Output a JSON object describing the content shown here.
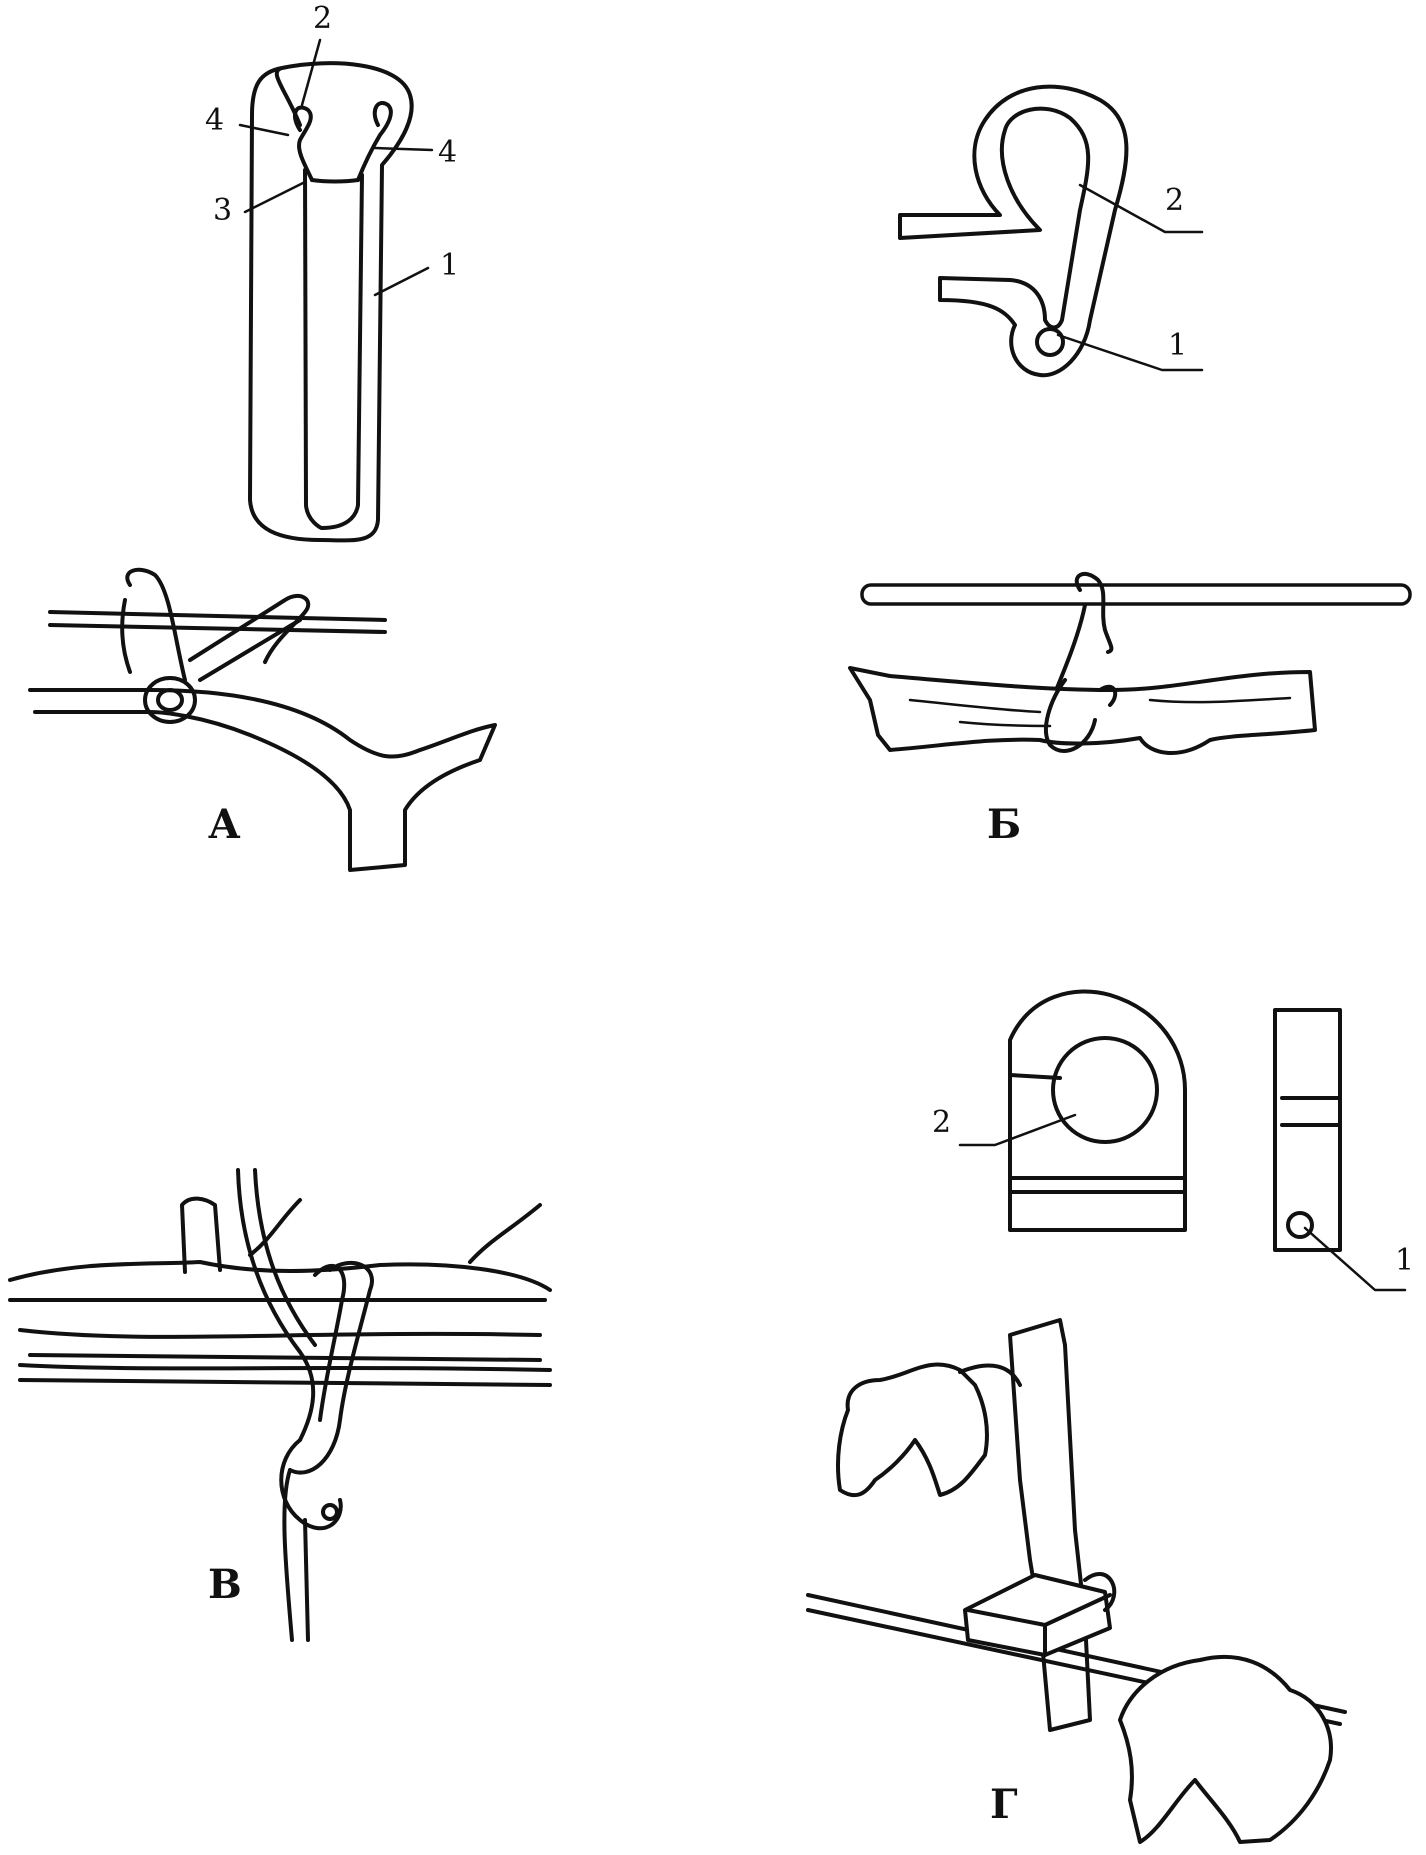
{
  "panels": {
    "a": {
      "label": "А",
      "callouts": [
        "1",
        "2",
        "3",
        "4",
        "4"
      ]
    },
    "b": {
      "label": "Б",
      "callouts": [
        "1",
        "2"
      ]
    },
    "v": {
      "label": "В"
    },
    "g": {
      "label": "Г",
      "callouts": [
        "1",
        "2"
      ]
    }
  }
}
